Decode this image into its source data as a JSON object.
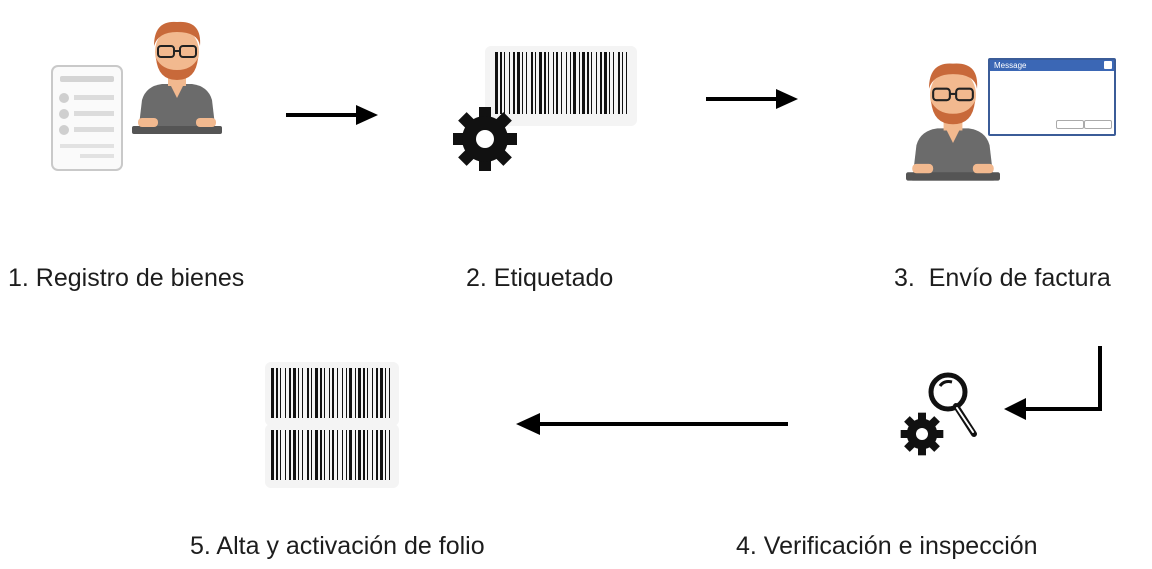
{
  "steps": [
    {
      "label": "1. Registro de bienes",
      "icons": [
        "document-icon",
        "person-at-keyboard-icon"
      ]
    },
    {
      "label": "2. Etiquetado",
      "icons": [
        "barcode-icon",
        "gear-icon"
      ]
    },
    {
      "label": "3.  Envío de factura",
      "icons": [
        "person-at-keyboard-icon",
        "message-window-icon"
      ]
    },
    {
      "label": "4. Verificación e inspección",
      "icons": [
        "gear-icon",
        "magnifier-icon"
      ]
    },
    {
      "label": "5. Alta y activación de folio",
      "icons": [
        "barcode-icon",
        "barcode-icon"
      ]
    }
  ],
  "message_window": {
    "title": "Message"
  },
  "colors": {
    "shirt": "#6b6b6b",
    "skin": "#f2b98f",
    "hair": "#c8693a",
    "arrow": "#000000"
  }
}
